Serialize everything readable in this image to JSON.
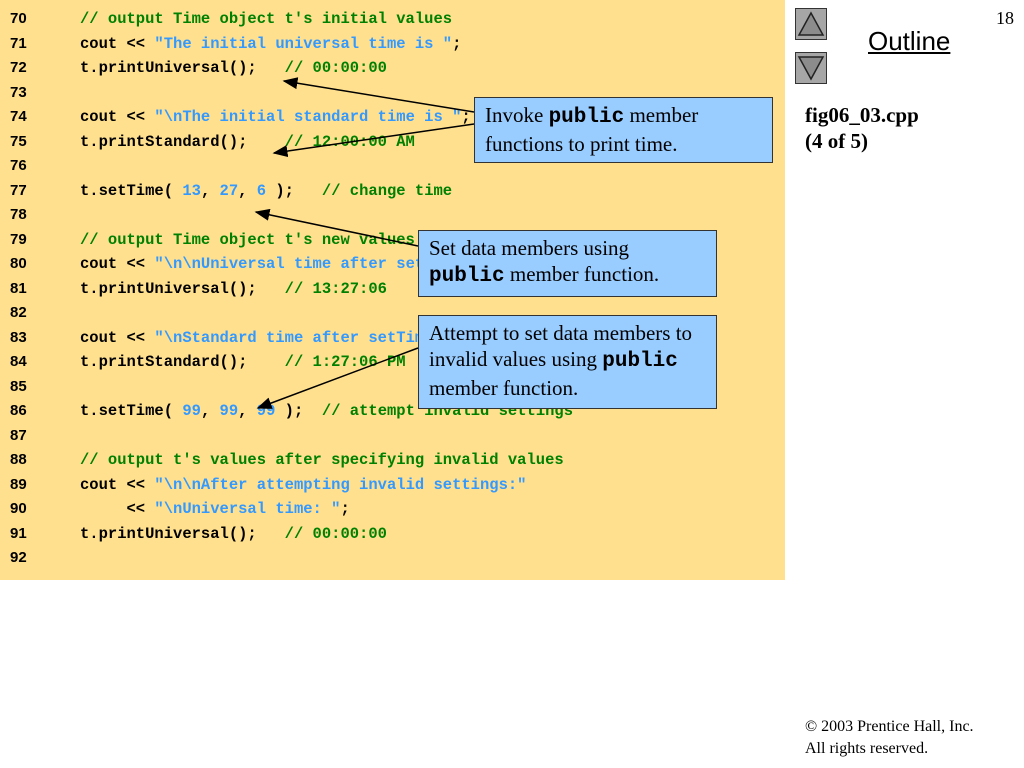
{
  "code_lines": [
    {
      "n": "70",
      "parts": [
        {
          "t": "// output Time object t's initial values",
          "c": "cm"
        }
      ]
    },
    {
      "n": "71",
      "parts": [
        {
          "t": "cout << ",
          "c": ""
        },
        {
          "t": "\"The initial universal time is \"",
          "c": "st"
        },
        {
          "t": ";",
          "c": ""
        }
      ]
    },
    {
      "n": "72",
      "parts": [
        {
          "t": "t.printUniversal();   ",
          "c": ""
        },
        {
          "t": "// 00:00:00",
          "c": "cm"
        }
      ]
    },
    {
      "n": "73",
      "parts": []
    },
    {
      "n": "74",
      "parts": [
        {
          "t": "cout << ",
          "c": ""
        },
        {
          "t": "\"\\nThe initial standard time is \"",
          "c": "st"
        },
        {
          "t": ";",
          "c": ""
        }
      ]
    },
    {
      "n": "75",
      "parts": [
        {
          "t": "t.printStandard();    ",
          "c": ""
        },
        {
          "t": "// 12:00:00 AM",
          "c": "cm"
        }
      ]
    },
    {
      "n": "76",
      "parts": []
    },
    {
      "n": "77",
      "parts": [
        {
          "t": "t.setTime( ",
          "c": ""
        },
        {
          "t": "13",
          "c": "nm"
        },
        {
          "t": ", ",
          "c": ""
        },
        {
          "t": "27",
          "c": "nm"
        },
        {
          "t": ", ",
          "c": ""
        },
        {
          "t": "6",
          "c": "nm"
        },
        {
          "t": " );   ",
          "c": ""
        },
        {
          "t": "// change time",
          "c": "cm"
        }
      ]
    },
    {
      "n": "78",
      "parts": []
    },
    {
      "n": "79",
      "parts": [
        {
          "t": "// output Time object t's new values",
          "c": "cm"
        }
      ]
    },
    {
      "n": "80",
      "parts": [
        {
          "t": "cout << ",
          "c": ""
        },
        {
          "t": "\"\\n\\nUniversal time after setTime is \"",
          "c": "st"
        },
        {
          "t": ";",
          "c": ""
        }
      ]
    },
    {
      "n": "81",
      "parts": [
        {
          "t": "t.printUniversal();   ",
          "c": ""
        },
        {
          "t": "// 13:27:06",
          "c": "cm"
        }
      ]
    },
    {
      "n": "82",
      "parts": []
    },
    {
      "n": "83",
      "parts": [
        {
          "t": "cout << ",
          "c": ""
        },
        {
          "t": "\"\\nStandard time after setTime is \"",
          "c": "st"
        },
        {
          "t": ";",
          "c": ""
        }
      ]
    },
    {
      "n": "84",
      "parts": [
        {
          "t": "t.printStandard();    ",
          "c": ""
        },
        {
          "t": "// 1:27:06 PM",
          "c": "cm"
        }
      ]
    },
    {
      "n": "85",
      "parts": []
    },
    {
      "n": "86",
      "parts": [
        {
          "t": "t.setTime( ",
          "c": ""
        },
        {
          "t": "99",
          "c": "nm"
        },
        {
          "t": ", ",
          "c": ""
        },
        {
          "t": "99",
          "c": "nm"
        },
        {
          "t": ", ",
          "c": ""
        },
        {
          "t": "99",
          "c": "nm"
        },
        {
          "t": " );  ",
          "c": ""
        },
        {
          "t": "// attempt invalid settings",
          "c": "cm"
        }
      ]
    },
    {
      "n": "87",
      "parts": []
    },
    {
      "n": "88",
      "parts": [
        {
          "t": "// output t's values after specifying invalid values",
          "c": "cm"
        }
      ]
    },
    {
      "n": "89",
      "parts": [
        {
          "t": "cout << ",
          "c": ""
        },
        {
          "t": "\"\\n\\nAfter attempting invalid settings:\"",
          "c": "st"
        }
      ]
    },
    {
      "n": "90",
      "parts": [
        {
          "t": "     << ",
          "c": ""
        },
        {
          "t": "\"\\nUniversal time: \"",
          "c": "st"
        },
        {
          "t": ";",
          "c": ""
        }
      ]
    },
    {
      "n": "91",
      "parts": [
        {
          "t": "t.printUniversal();   ",
          "c": ""
        },
        {
          "t": "// 00:00:00",
          "c": "cm"
        }
      ]
    },
    {
      "n": "92",
      "parts": []
    }
  ],
  "callouts": {
    "c1": {
      "pre": "Invoke ",
      "kw": "public",
      "post": " member functions to print time."
    },
    "c2": {
      "pre": "Set data members using ",
      "kw": "public",
      "post": " member function."
    },
    "c3": {
      "pre": "Attempt to set data members to invalid values using ",
      "kw": "public",
      "post": " member function."
    }
  },
  "sidebar": {
    "outline_label": "Outline",
    "page_number": "18",
    "fig_name": "fig06_03.cpp",
    "fig_part": "(4 of 5)",
    "copyright_line1": "© 2003 Prentice Hall, Inc.",
    "copyright_line2": "All rights reserved.",
    "up_icon": "triangle-up-icon",
    "down_icon": "triangle-down-icon"
  },
  "colors": {
    "code_background": "#ffe08f",
    "comment": "#008000",
    "string": "#3399ff",
    "callout_background": "#99ccff"
  }
}
